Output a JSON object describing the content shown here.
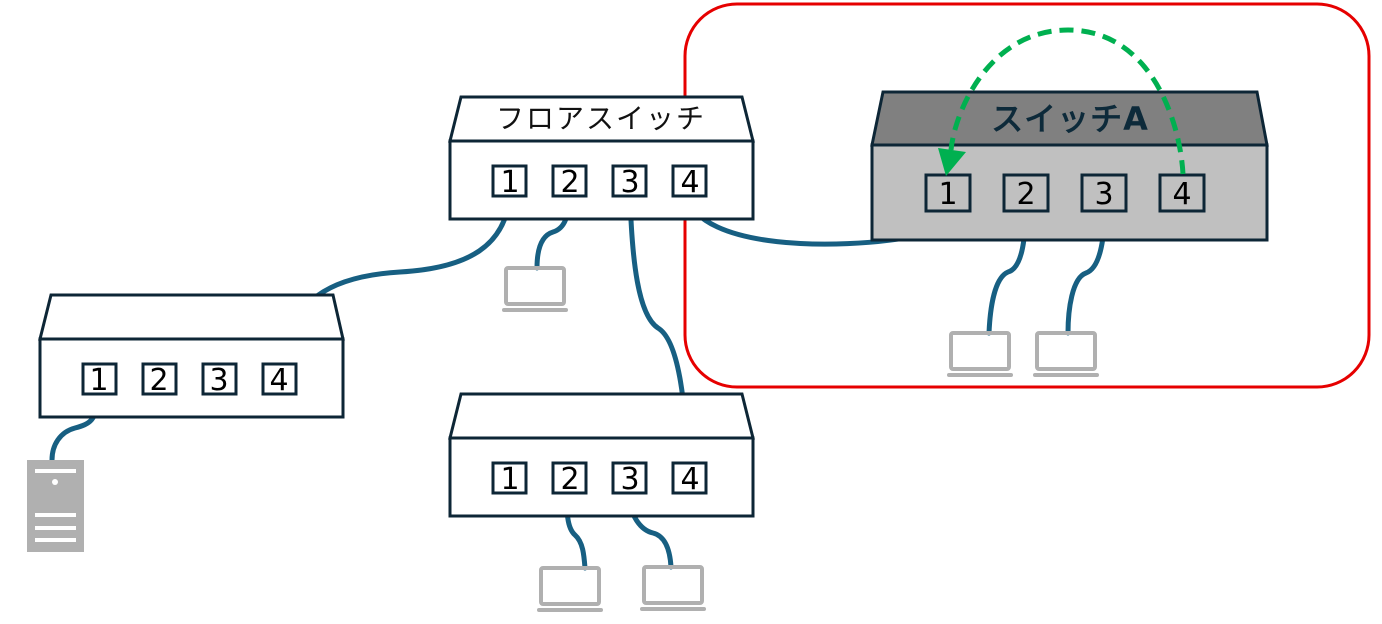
{
  "diagram": {
    "colors": {
      "switch_outline": "#0d2636",
      "cable": "#175f82",
      "highlight_border": "#e60000",
      "loop_arrow": "#00b050",
      "switch_a_top": "#808080",
      "switch_a_body": "#c0c0c0",
      "device_gray": "#b0b0b0"
    },
    "switches": [
      {
        "id": "floor-switch",
        "label": "フロアスイッチ",
        "ports": [
          "1",
          "2",
          "3",
          "4"
        ]
      },
      {
        "id": "left-switch",
        "label": "",
        "ports": [
          "1",
          "2",
          "3",
          "4"
        ]
      },
      {
        "id": "bottom-switch",
        "label": "",
        "ports": [
          "1",
          "2",
          "3",
          "4"
        ]
      },
      {
        "id": "switch-a",
        "label": "スイッチA",
        "ports": [
          "1",
          "2",
          "3",
          "4"
        ]
      }
    ],
    "connections": [
      {
        "from": "floor-switch:1",
        "to": "left-switch:4"
      },
      {
        "from": "floor-switch:2",
        "to": "laptop"
      },
      {
        "from": "floor-switch:3",
        "to": "bottom-switch:4"
      },
      {
        "from": "floor-switch:4",
        "to": "switch-a:1"
      },
      {
        "from": "left-switch:1",
        "to": "server"
      },
      {
        "from": "bottom-switch:2",
        "to": "laptop"
      },
      {
        "from": "bottom-switch:3",
        "to": "laptop"
      },
      {
        "from": "switch-a:2",
        "to": "laptop"
      },
      {
        "from": "switch-a:3",
        "to": "laptop"
      }
    ],
    "loop": {
      "from": "switch-a:4",
      "to": "switch-a:1",
      "style": "dashed-arrow"
    },
    "highlight": {
      "target": "switch-a",
      "shape": "rounded-rectangle"
    }
  }
}
